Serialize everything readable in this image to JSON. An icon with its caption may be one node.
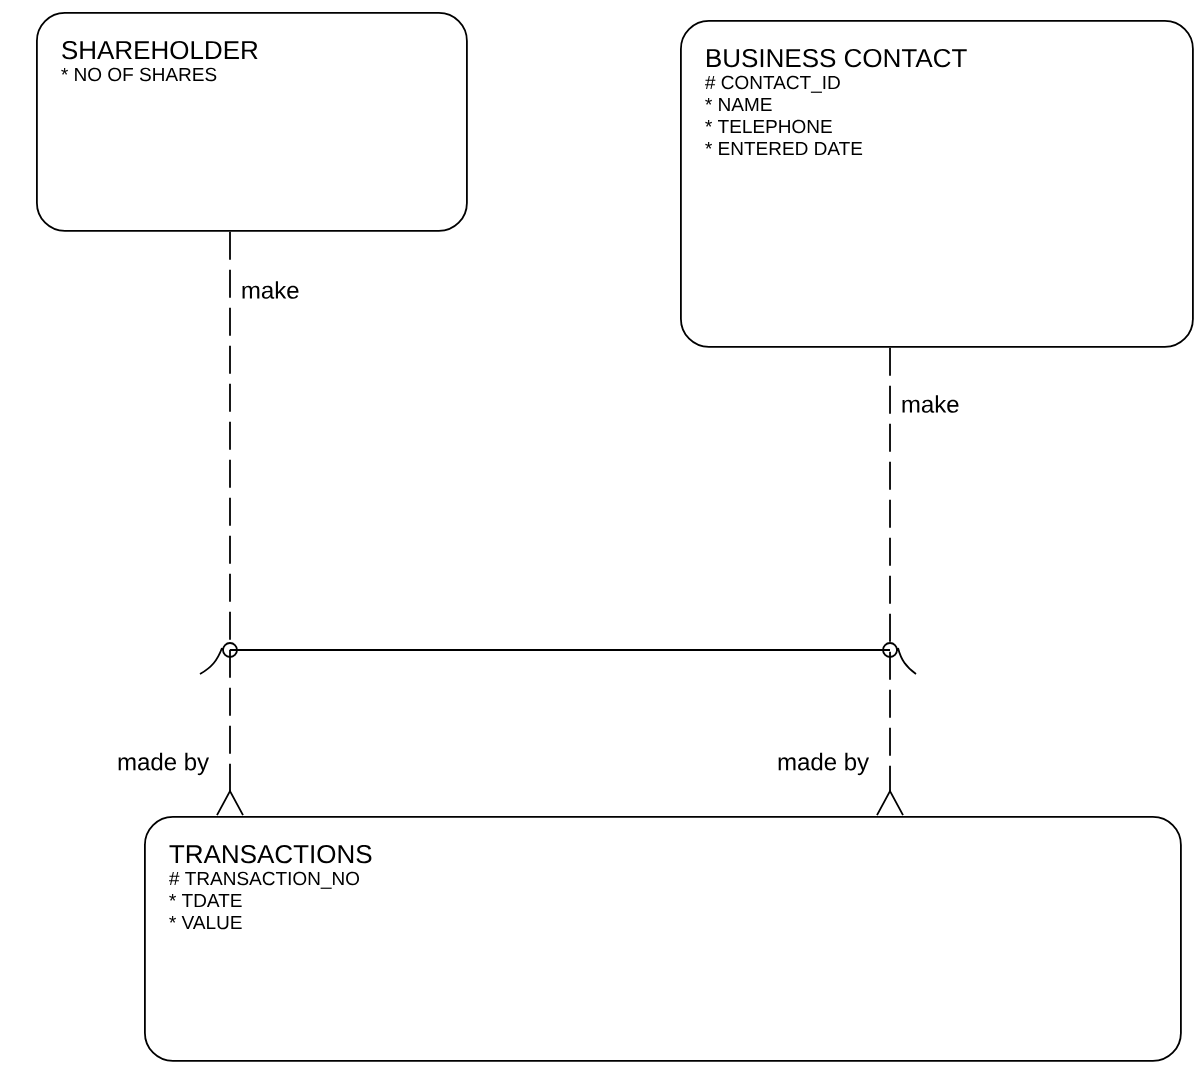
{
  "diagram": {
    "nodes": [
      {
        "text": [
          "SHAREHOLDER",
          "* NO OF SHARES"
        ]
      },
      {
        "text": [
          "BUSINESS CONTACT",
          "# CONTACT_ID",
          "* NAME",
          "* TELEPHONE",
          "* ENTERED DATE"
        ]
      },
      {
        "text": [
          "TRANSACTIONS",
          "# TRANSACTION_NO",
          "* TDATE",
          "* VALUE"
        ]
      }
    ],
    "edges": [
      {
        "from": 0,
        "to": 2,
        "arrow": "other",
        "style": "dashed",
        "label": "make"
      },
      {
        "from": 1,
        "to": 2,
        "arrow": "other",
        "style": "dashed",
        "label": "make"
      }
    ],
    "labels": [
      "made by",
      "made by"
    ]
  }
}
